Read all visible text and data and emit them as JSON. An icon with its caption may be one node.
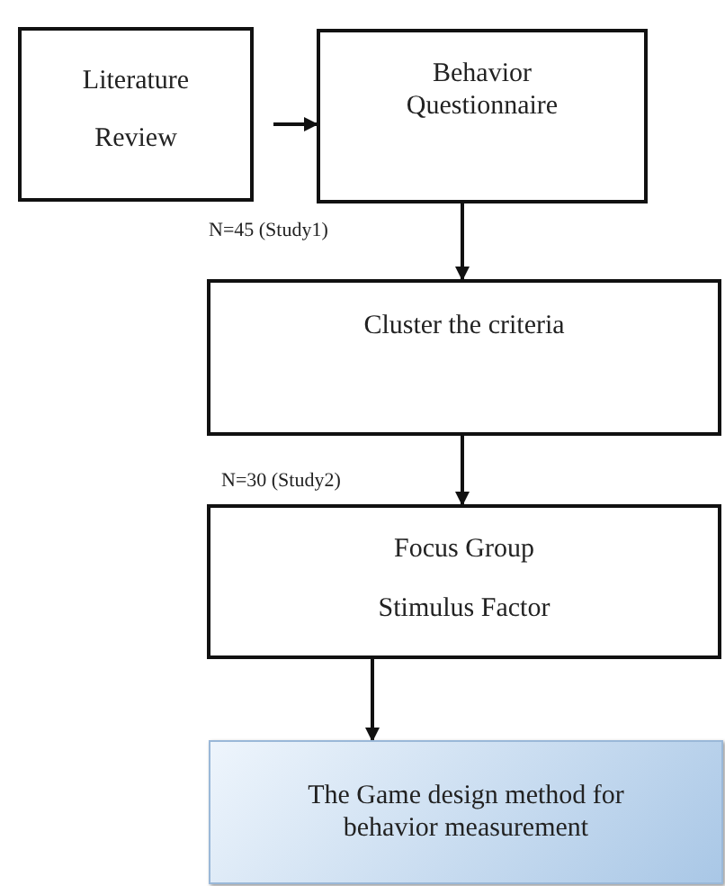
{
  "diagram": {
    "nodes": [
      {
        "text": [
          "Literature Review"
        ]
      },
      {
        "text": [
          "Behavior Questionnaire"
        ]
      },
      {
        "text": [
          "Cluster the criteria"
        ]
      },
      {
        "text": [
          "Focus Group",
          "Stimulus Factor"
        ]
      },
      {
        "text": [
          "The Game design method for behavior measurement"
        ]
      }
    ],
    "edges": [
      {
        "from": 0,
        "to": 1,
        "arrow": "to"
      },
      {
        "from": 1,
        "to": 2,
        "arrow": "to"
      },
      {
        "from": 2,
        "to": 3,
        "arrow": "to"
      },
      {
        "from": 3,
        "to": 4,
        "arrow": "to"
      }
    ],
    "labels": [
      "N=45 (Study1)",
      "N=30 (Study2)"
    ]
  }
}
